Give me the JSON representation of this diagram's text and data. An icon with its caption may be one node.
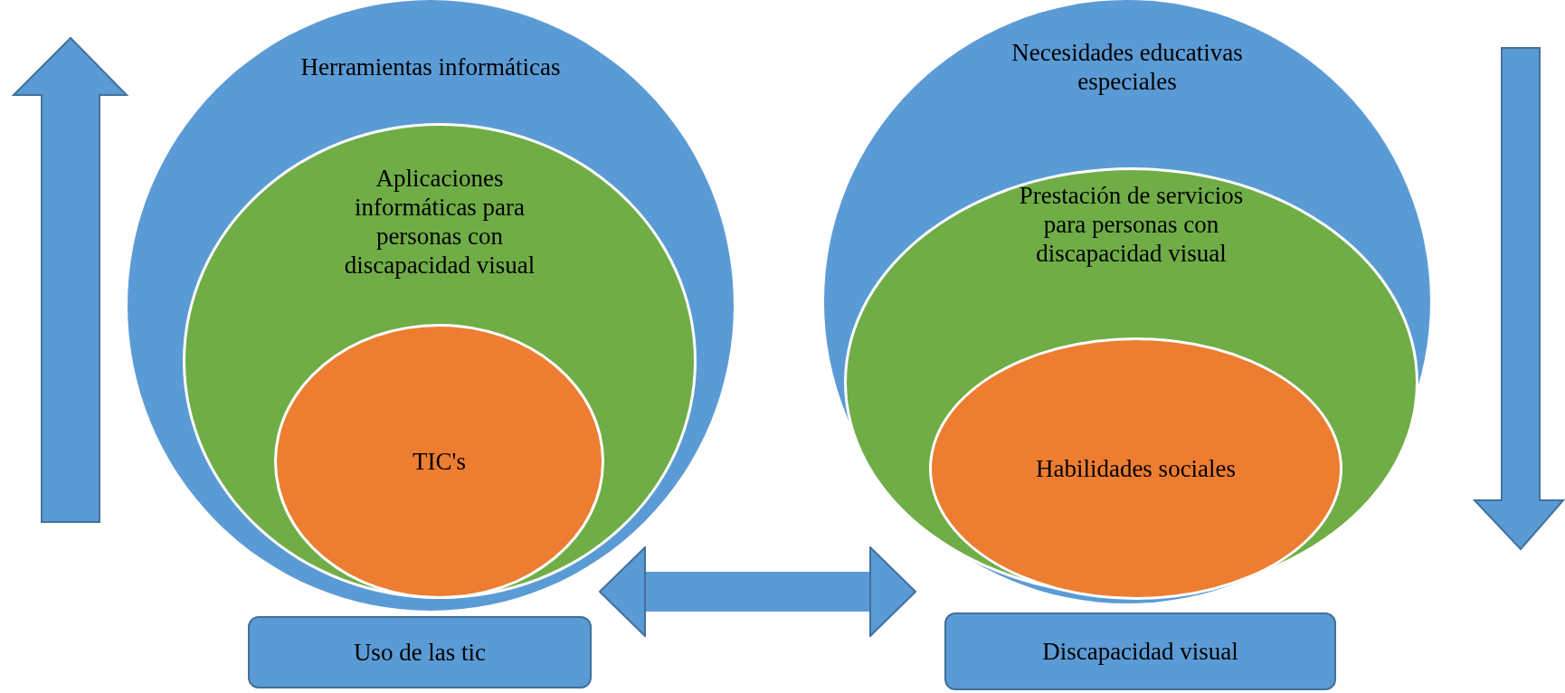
{
  "diagram": {
    "nodes": [
      {
        "text": [
          "Herramientas informáticas"
        ]
      },
      {
        "text": [
          "Aplicaciones informáticas para personas con discapacidad visual"
        ],
        "in": 0
      },
      {
        "text": [
          "TIC's"
        ],
        "in": 1
      },
      {
        "text": [
          "Necesidades educativas especiales"
        ]
      },
      {
        "text": [
          "Prestación de servicios para personas con discapacidad visual"
        ],
        "in": 3
      },
      {
        "text": [
          "Habilidades sociales"
        ],
        "in": 4
      },
      {
        "text": [
          "Uso de las tic"
        ]
      },
      {
        "text": [
          "Discapacidad visual"
        ]
      }
    ],
    "edges": [
      {
        "from": 0,
        "to": 3,
        "arrow": "both"
      }
    ]
  }
}
